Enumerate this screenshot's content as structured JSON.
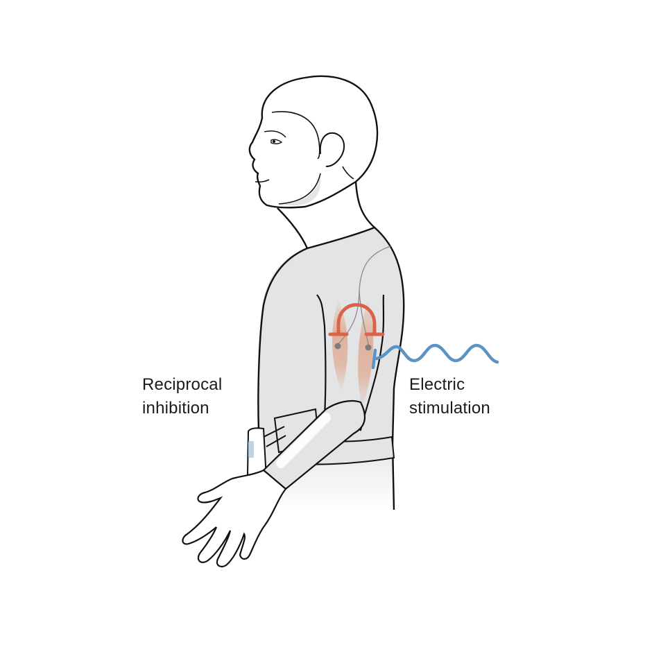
{
  "figure": {
    "subject": "person-side-profile-with-arm-stimulation",
    "colors": {
      "background": "#ffffff",
      "outline": "#111111",
      "shirt": "#e3e4e6",
      "muscle": "#e0a88f",
      "inhibition_arc": "#d9644a",
      "stimulation_wave": "#5b93c4",
      "nerve": "#8a8a8a"
    }
  },
  "labels": {
    "reciprocal_inhibition": {
      "line1": "Reciprocal",
      "line2": "inhibition"
    },
    "electric_stimulation": {
      "line1": "Electric",
      "line2": "stimulation"
    }
  }
}
